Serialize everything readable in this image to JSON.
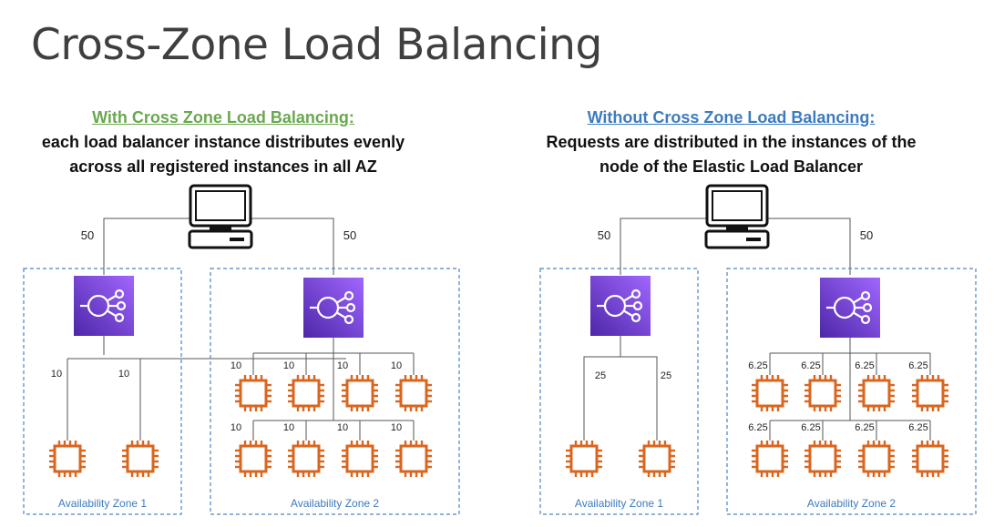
{
  "title": "Cross-Zone Load Balancing",
  "colors": {
    "with_heading": "#6aa84f",
    "without_heading": "#3d7bbf",
    "elb_purple": "#8a4bd6",
    "ec2_orange": "#d9661f",
    "zone_border": "#4a86c0",
    "zone_label": "#3d7bbf"
  },
  "icons": [
    "computer-icon",
    "elastic-load-balancer-icon",
    "ec2-instance-icon"
  ],
  "left": {
    "heading": "With Cross Zone Load Balancing:",
    "desc_line1": "each load balancer instance distributes evenly",
    "desc_line2": "across all registered instances in all AZ",
    "weight_left": "50",
    "weight_right": "50",
    "zone1": {
      "label": "Availability Zone 1",
      "weights": [
        "10",
        "10"
      ]
    },
    "zone2": {
      "label": "Availability Zone 2",
      "weights_row1": [
        "10",
        "10",
        "10",
        "10"
      ],
      "weights_row2": [
        "10",
        "10",
        "10",
        "10"
      ]
    }
  },
  "right": {
    "heading": "Without Cross Zone Load Balancing:",
    "desc_line1": "Requests are distributed in the instances of the",
    "desc_line2": "node of the Elastic Load Balancer",
    "weight_left": "50",
    "weight_right": "50",
    "zone1": {
      "label": "Availability Zone 1",
      "weights": [
        "25",
        "25"
      ]
    },
    "zone2": {
      "label": "Availability Zone 2",
      "weights_row1": [
        "6.25",
        "6.25",
        "6.25",
        "6.25"
      ],
      "weights_row2": [
        "6.25",
        "6.25",
        "6.25",
        "6.25"
      ]
    }
  }
}
